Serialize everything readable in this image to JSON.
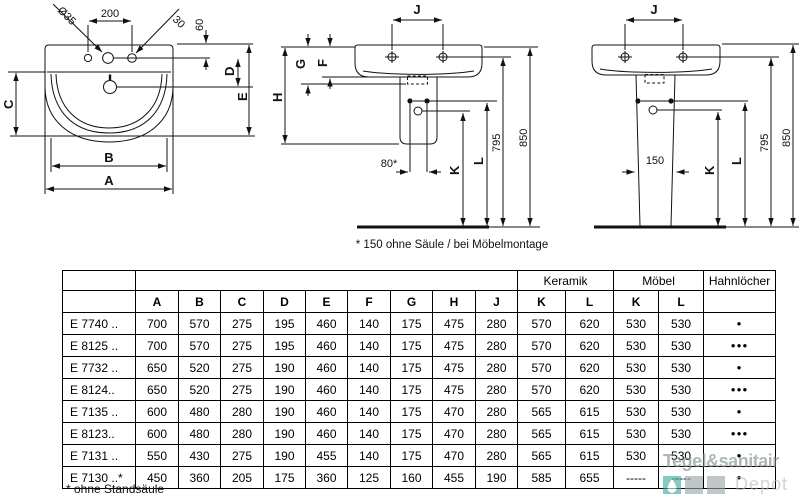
{
  "drawings": {
    "front": {
      "dia_label": "Ø35",
      "dim200": "200",
      "dim30": "30",
      "dim60": "60",
      "dimD": "D",
      "dimE": "E",
      "dimC": "C",
      "dimB": "B",
      "dimA": "A"
    },
    "semi": {
      "dimJ": "J",
      "dimG": "G",
      "dimF": "F",
      "dimH": "H",
      "dim80": "80*",
      "dimK": "K",
      "dimL": "L",
      "dim795": "795",
      "dim850": "850",
      "caption": "* 150 ohne Säule / bei Möbelmontage"
    },
    "pedestal": {
      "dimJ": "J",
      "dim150": "150",
      "dimK": "K",
      "dimL": "L",
      "dim795": "795",
      "dim850": "850"
    }
  },
  "table": {
    "groups": {
      "keramik": "Keramik",
      "moebel": "Möbel",
      "hahnloecher": "Hahnlöcher"
    },
    "columns": [
      "A",
      "B",
      "C",
      "D",
      "E",
      "F",
      "G",
      "H",
      "J",
      "K",
      "L",
      "K",
      "L"
    ],
    "rows": [
      {
        "code": "E 7740 ..",
        "v": [
          "700",
          "570",
          "275",
          "195",
          "460",
          "140",
          "175",
          "475",
          "280",
          "570",
          "620",
          "530",
          "530"
        ],
        "holes": "●"
      },
      {
        "code": "E 8125 ..",
        "v": [
          "700",
          "570",
          "275",
          "195",
          "460",
          "140",
          "175",
          "475",
          "280",
          "570",
          "620",
          "530",
          "530"
        ],
        "holes": "●●●"
      },
      {
        "code": "E 7732 ..",
        "v": [
          "650",
          "520",
          "275",
          "190",
          "460",
          "140",
          "175",
          "475",
          "280",
          "570",
          "620",
          "530",
          "530"
        ],
        "holes": "●"
      },
      {
        "code": "E 8124..",
        "v": [
          "650",
          "520",
          "275",
          "190",
          "460",
          "140",
          "175",
          "475",
          "280",
          "570",
          "620",
          "530",
          "530"
        ],
        "holes": "●●●"
      },
      {
        "code": "E 7135 ..",
        "v": [
          "600",
          "480",
          "280",
          "190",
          "460",
          "140",
          "175",
          "470",
          "280",
          "565",
          "615",
          "530",
          "530"
        ],
        "holes": "●"
      },
      {
        "code": "E 8123..",
        "v": [
          "600",
          "480",
          "280",
          "190",
          "460",
          "140",
          "175",
          "470",
          "280",
          "565",
          "615",
          "530",
          "530"
        ],
        "holes": "●●●"
      },
      {
        "code": "E 7131 ..",
        "v": [
          "550",
          "430",
          "275",
          "190",
          "455",
          "140",
          "175",
          "470",
          "280",
          "565",
          "615",
          "530",
          "530"
        ],
        "holes": "●"
      },
      {
        "code": "E 7130 ..*",
        "v": [
          "450",
          "360",
          "205",
          "175",
          "360",
          "125",
          "160",
          "455",
          "190",
          "585",
          "655",
          "-----",
          "-----"
        ],
        "holes": "●"
      }
    ],
    "footnote": "* ohne Standsäule"
  },
  "watermark": {
    "line1": "Tegel&sanitair",
    "line2": "Depot",
    "teal_color": "#3fab9f",
    "gray_color": "#9ba5a7"
  }
}
